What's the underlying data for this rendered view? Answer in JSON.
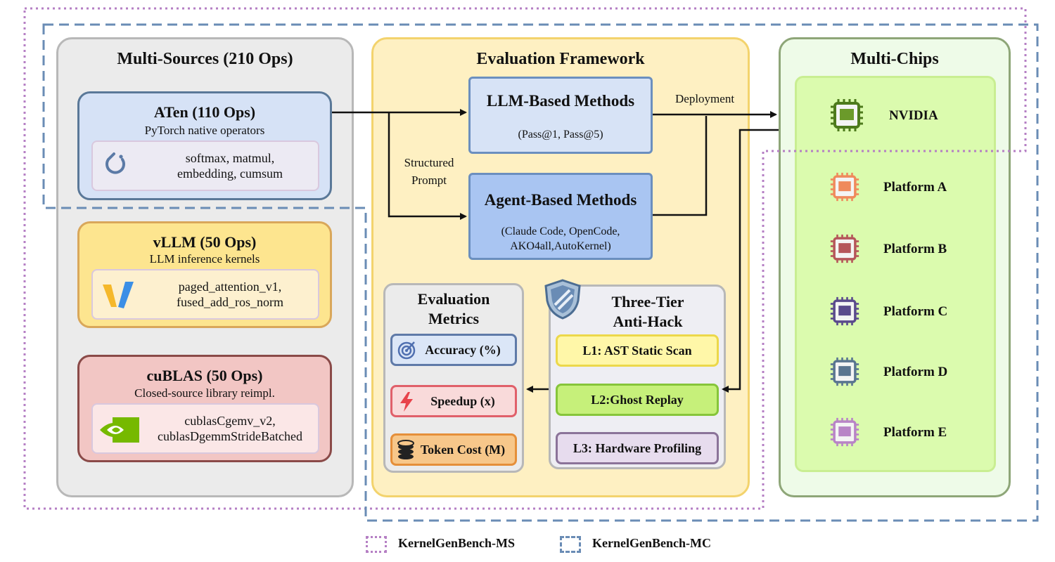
{
  "sources": {
    "title": "Multi-Sources (210 Ops)",
    "aten": {
      "title": "ATen (110 Ops)",
      "subtitle": "PyTorch native operators",
      "ops_line1": "softmax, matmul,",
      "ops_line2": "embedding, cumsum",
      "icon": "pytorch-icon"
    },
    "vllm": {
      "title": "vLLM (50 Ops)",
      "subtitle": "LLM inference kernels",
      "ops_line1": "paged_attention_v1,",
      "ops_line2": "fused_add_ros_norm",
      "icon": "vllm-logo-icon"
    },
    "cublas": {
      "title": "cuBLAS (50 Ops)",
      "subtitle": "Closed-source library reimpl.",
      "ops_line1": "cublasCgemv_v2,",
      "ops_line2": "cublasDgemmStrideBatched",
      "icon": "nvidia-logo-icon"
    }
  },
  "framework": {
    "title": "Evaluation Framework",
    "structured_prompt_line1": "Structured",
    "structured_prompt_line2": "Prompt",
    "deployment_label": "Deployment",
    "llm_methods": {
      "title": "LLM-Based Methods",
      "detail": "(Pass@1, Pass@5)"
    },
    "agent_methods": {
      "title": "Agent-Based Methods",
      "detail_line1": "(Claude Code, OpenCode,",
      "detail_line2": "AKO4all,AutoKernel)"
    },
    "metrics": {
      "title_line1": "Evaluation",
      "title_line2": "Metrics",
      "items": [
        {
          "label": "Accuracy (%)",
          "icon": "target-icon",
          "bg": "#dbe6f7",
          "border": "#5f7aa8"
        },
        {
          "label": "Speedup (x)",
          "icon": "lightning-icon",
          "bg": "#f9dada",
          "border": "#e0606a"
        },
        {
          "label": "Token Cost (M)",
          "icon": "coins-icon",
          "bg": "#f7c78a",
          "border": "#e58f3a"
        }
      ]
    },
    "antihack": {
      "title_line1": "Three-Tier",
      "title_line2": "Anti-Hack",
      "icon": "shield-icon",
      "levels": [
        {
          "label": "L1: AST Static Scan",
          "bg": "#fff7a8",
          "border": "#ecd84a"
        },
        {
          "label": "L2:Ghost Replay",
          "bg": "#c6f07a",
          "border": "#86c53a"
        },
        {
          "label": "L3: Hardware Profiling",
          "bg": "#e7dcee",
          "border": "#8b7399"
        }
      ]
    }
  },
  "chips": {
    "title": "Multi-Chips",
    "items": [
      {
        "label": "NVIDIA",
        "color": "#4d7a1c",
        "core": "#6b9a2a"
      },
      {
        "label": "Platform A",
        "color": "#ef8a5c",
        "core": "#ef8a5c"
      },
      {
        "label": "Platform B",
        "color": "#b5565a",
        "core": "#b5565a"
      },
      {
        "label": "Platform C",
        "color": "#5a4a8c",
        "core": "#5a4a8c"
      },
      {
        "label": "Platform D",
        "color": "#5a7590",
        "core": "#5a7590"
      },
      {
        "label": "Platform E",
        "color": "#b884c6",
        "core": "#b884c6"
      }
    ]
  },
  "legend": {
    "ms_label": "KernelGenBench-MS",
    "mc_label": "KernelGenBench-MC",
    "ms_color": "#b57fc4",
    "mc_color": "#6a8cb5"
  }
}
